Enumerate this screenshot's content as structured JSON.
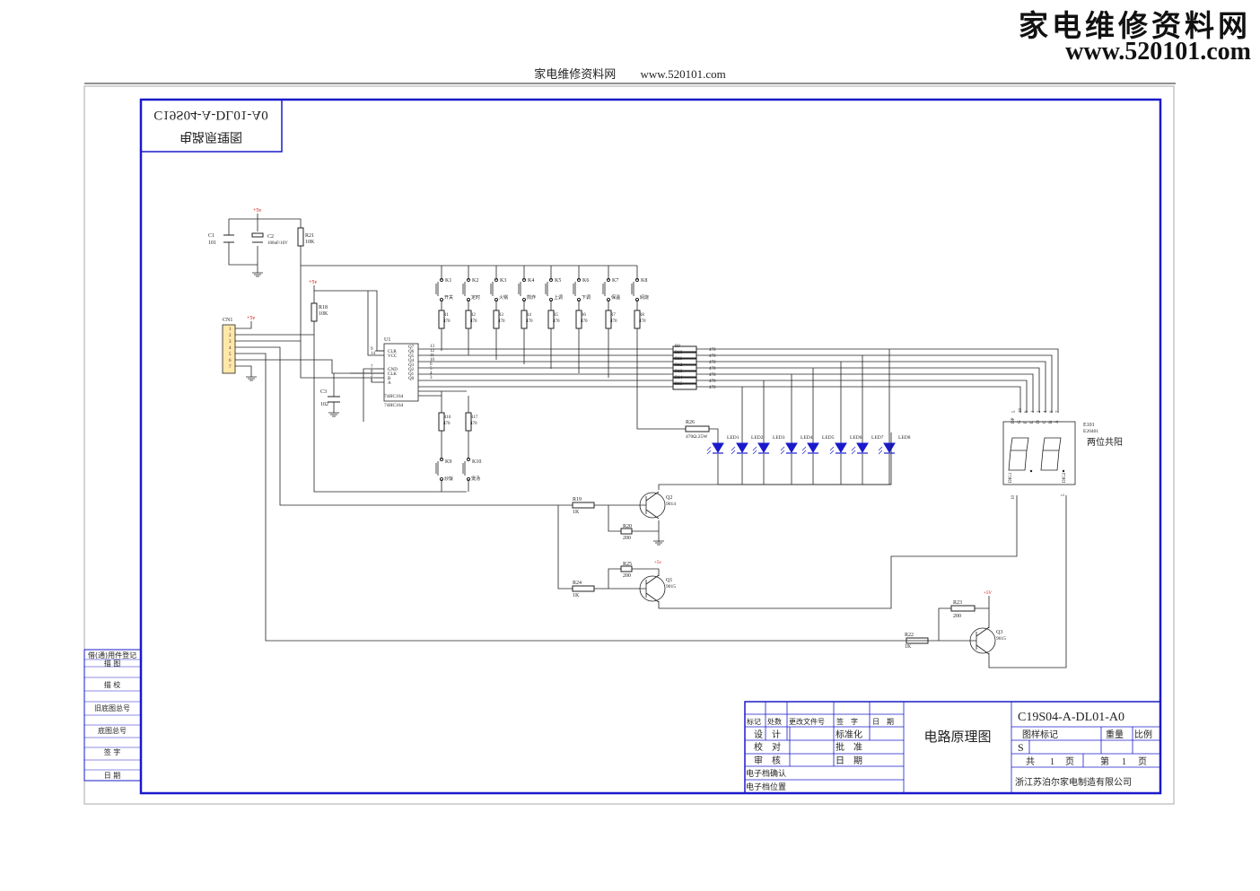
{
  "watermark": {
    "site_cn": "家电维修资料网",
    "site_url": "www.520101.com"
  },
  "header": {
    "site_cn": "家电维修资料网",
    "site_url": "www.520101.com"
  },
  "stamp": {
    "drawing_no": "C19S04-A-DL01-A0",
    "title": "电路原理图"
  },
  "left_column": [
    "借(通)用件登记",
    "描 图",
    "描 校",
    "旧底图总号",
    "底图总号",
    "签 字",
    "日 期"
  ],
  "components": {
    "c1": {
      "ref": "C1",
      "val": "101"
    },
    "c2": {
      "ref": "C2",
      "val": "100uF/16V"
    },
    "r21": {
      "ref": "R21",
      "val": "10K"
    },
    "r18": {
      "ref": "R18",
      "val": "10K"
    },
    "c3": {
      "ref": "C3",
      "val": "102"
    },
    "cn1": {
      "ref": "CN1",
      "pins": [
        "1",
        "2",
        "3",
        "4",
        "5",
        "6",
        "7"
      ]
    },
    "vcc": "+5v",
    "vcc2": "+5V",
    "u1": {
      "ref": "U1",
      "part": "74HC164",
      "left_pins": [
        {
          "n": "9",
          "name": "CLR"
        },
        {
          "n": "14",
          "name": "VCC"
        },
        {
          "n": "7",
          "name": "GND"
        },
        {
          "n": "8",
          "name": "CLK"
        },
        {
          "n": "2",
          "name": "B"
        },
        {
          "n": "1",
          "name": "A"
        }
      ],
      "right_pins": [
        {
          "n": "13",
          "name": "Q7"
        },
        {
          "n": "12",
          "name": "Q6"
        },
        {
          "n": "11",
          "name": "Q5"
        },
        {
          "n": "10",
          "name": "Q4"
        },
        {
          "n": "6",
          "name": "Q3"
        },
        {
          "n": "5",
          "name": "Q2"
        },
        {
          "n": "4",
          "name": "Q1"
        },
        {
          "n": "3",
          "name": "Q0"
        }
      ]
    },
    "keys": [
      {
        "ref": "K1",
        "label": "开关",
        "r": "R1",
        "v": "470"
      },
      {
        "ref": "K2",
        "label": "定时",
        "r": "R2",
        "v": "470"
      },
      {
        "ref": "K3",
        "label": "火锅",
        "r": "R3",
        "v": "470"
      },
      {
        "ref": "K4",
        "label": "煎炸",
        "r": "R4",
        "v": "470"
      },
      {
        "ref": "K5",
        "label": "上调",
        "r": "R5",
        "v": "470"
      },
      {
        "ref": "K6",
        "label": "下调",
        "r": "R6",
        "v": "470"
      },
      {
        "ref": "K7",
        "label": "保温",
        "r": "R7",
        "v": "470"
      },
      {
        "ref": "K8",
        "label": "焖烧",
        "r": "R8",
        "v": "470"
      }
    ],
    "keys2": [
      {
        "ref": "K9",
        "label": "炒饭",
        "r": "R16",
        "v": "470"
      },
      {
        "ref": "K10",
        "label": "煲汤",
        "r": "R17",
        "v": "470"
      }
    ],
    "seg_res": [
      {
        "ref": "R9",
        "v": "470"
      },
      {
        "ref": "R10",
        "v": "470"
      },
      {
        "ref": "R11",
        "v": "470"
      },
      {
        "ref": "R12",
        "v": "470"
      },
      {
        "ref": "R13",
        "v": "470"
      },
      {
        "ref": "R14",
        "v": "470"
      },
      {
        "ref": "R15",
        "v": "470"
      }
    ],
    "r26": {
      "ref": "R26",
      "val": "470Ω.25W"
    },
    "leds": [
      "LED1",
      "LED2",
      "LED3",
      "LED4",
      "LED5",
      "LED6",
      "LED7",
      "LED8"
    ],
    "display": {
      "ref": "E101",
      "part": "E20401",
      "label": "两位共阳",
      "segs": [
        "A",
        "B",
        "C",
        "D",
        "E",
        "F",
        "G",
        "DP"
      ],
      "pin_top": [
        "7",
        "6",
        "4",
        "2",
        "1",
        "9",
        "10",
        "5"
      ],
      "dig1": "DIG1",
      "dig2": "DIG2",
      "pin_d1": "10",
      "pin_d2": "5"
    },
    "q2": {
      "ref": "Q2",
      "part": "9014"
    },
    "q1": {
      "ref": "Q1",
      "part": "9015"
    },
    "q3": {
      "ref": "Q3",
      "part": "9015"
    },
    "r19": {
      "ref": "R19",
      "val": "1K"
    },
    "r20": {
      "ref": "R20",
      "val": "200"
    },
    "r25": {
      "ref": "R25",
      "val": "200"
    },
    "r24": {
      "ref": "R24",
      "val": "1K"
    },
    "r23": {
      "ref": "R23",
      "val": "200"
    },
    "r22": {
      "ref": "R22",
      "val": "1K"
    }
  },
  "title_block": {
    "rev_headers": [
      "标记",
      "处数",
      "更改文件号",
      "签　字",
      "日　期"
    ],
    "design": "设　计",
    "check": "校　对",
    "review": "审　核",
    "standard": "标准化",
    "approve": "批　准",
    "date": "日　期",
    "e_confirm": "电子档确认",
    "e_location": "电子档位置",
    "title": "电路原理图",
    "drawing_no": "C19S04-A-DL01-A0",
    "mark_label": "图样标记",
    "weight_label": "重量",
    "scale_label": "比例",
    "mark_value": "S",
    "total": "共",
    "total_n": "1",
    "page_word": "页",
    "page_of": "第",
    "page_n": "1",
    "company": "浙江苏泊尔家电制造有限公司"
  }
}
